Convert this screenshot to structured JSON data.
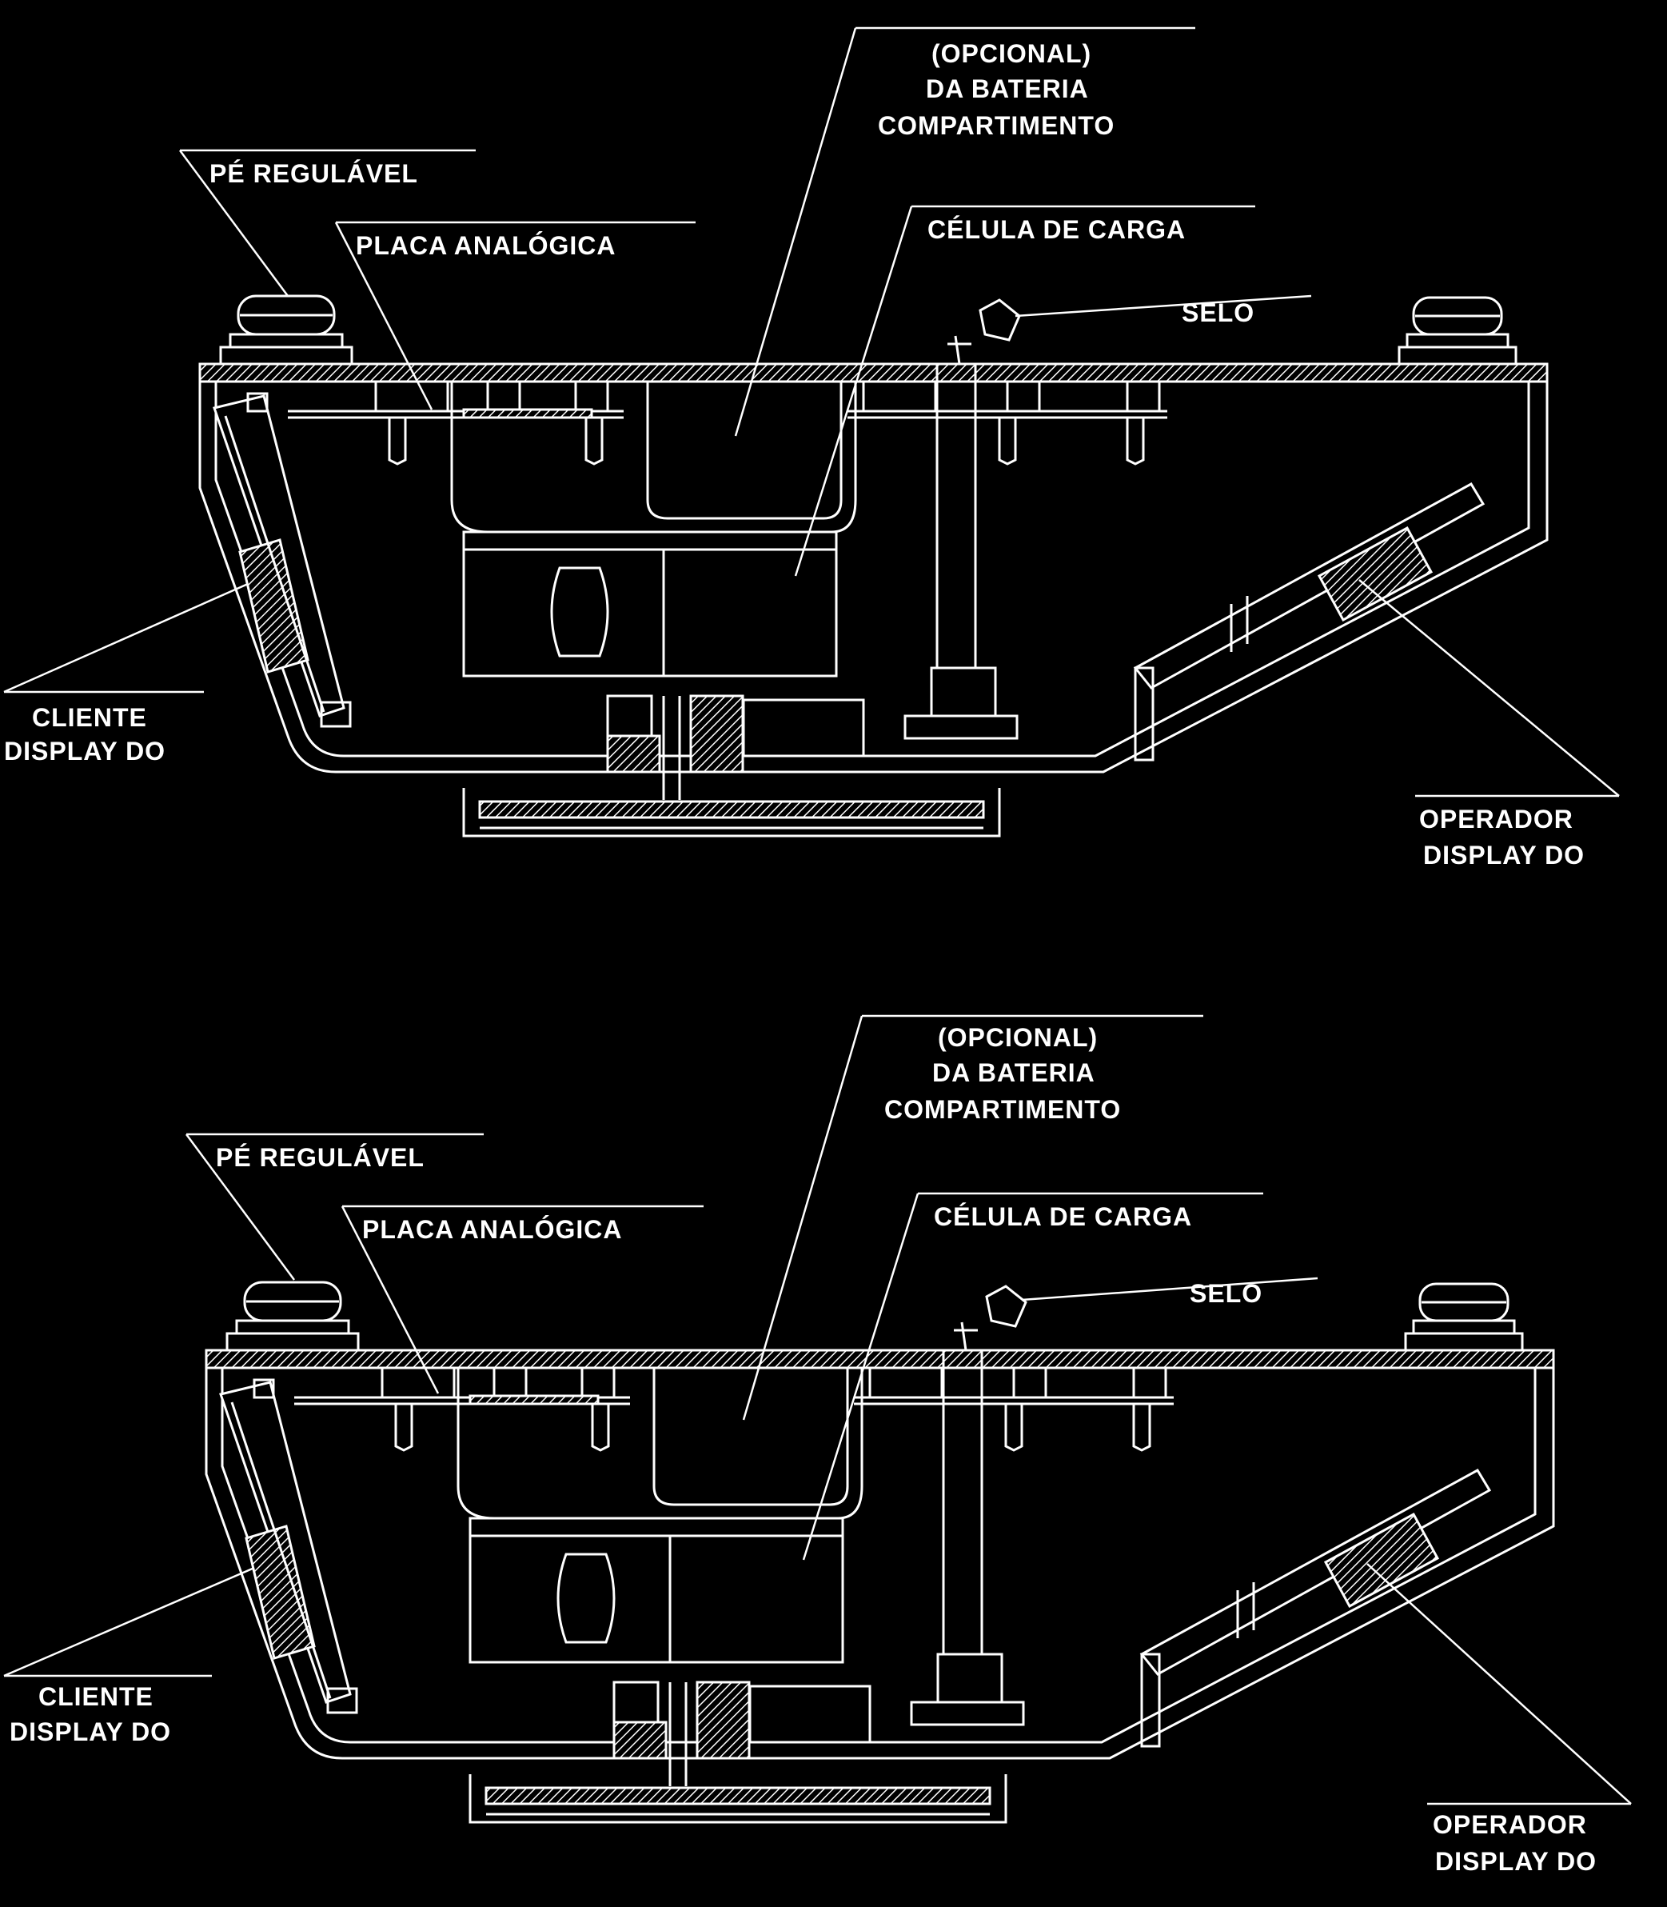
{
  "diagrams": [
    {
      "labels": {
        "battery_line1": "(OPCIONAL)",
        "battery_line2": "DA BATERIA",
        "battery_line3": "COMPARTIMENTO",
        "foot": "PÉ REGULÁVEL",
        "board": "PLACA ANALÓGICA",
        "load_cell": "CÉLULA DE CARGA",
        "seal": "SELO",
        "customer_line1": "CLIENTE",
        "customer_line2": "DISPLAY DO",
        "operator_line1": "OPERADOR",
        "operator_line2": "DISPLAY DO"
      }
    },
    {
      "labels": {
        "battery_line1": "(OPCIONAL)",
        "battery_line2": "DA BATERIA",
        "battery_line3": "COMPARTIMENTO",
        "foot": "PÉ REGULÁVEL",
        "board": "PLACA ANALÓGICA",
        "load_cell": "CÉLULA DE CARGA",
        "seal": "SELO",
        "customer_line1": "CLIENTE",
        "customer_line2": "DISPLAY DO",
        "operator_line1": "OPERADOR",
        "operator_line2": "DISPLAY DO"
      }
    }
  ]
}
